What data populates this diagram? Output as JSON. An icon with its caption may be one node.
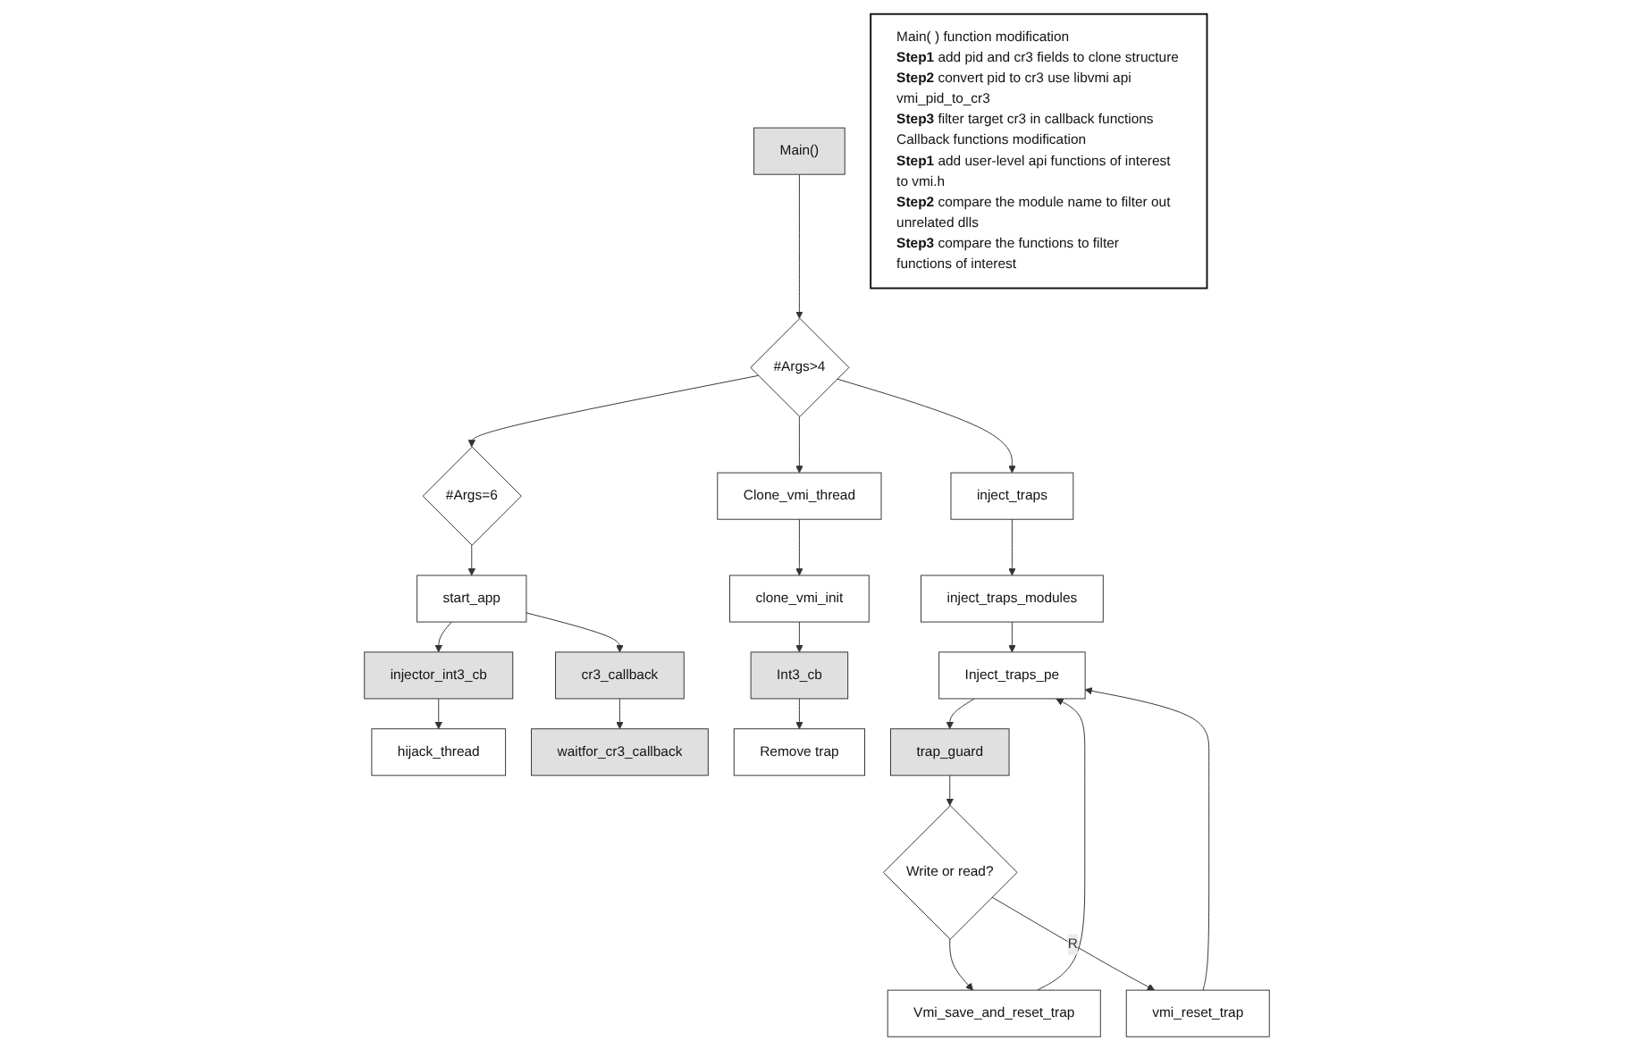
{
  "diagram": {
    "nodes": [
      {
        "text": [
          "Main()"
        ]
      },
      {
        "text": [
          "#Args>4"
        ]
      },
      {
        "text": [
          "#Args=6"
        ]
      },
      {
        "text": [
          "Clone_vmi_thread"
        ]
      },
      {
        "text": [
          "inject_traps"
        ]
      },
      {
        "text": [
          "start_app"
        ]
      },
      {
        "text": [
          "clone_vmi_init"
        ]
      },
      {
        "text": [
          "inject_traps_modules"
        ]
      },
      {
        "text": [
          "injector_int3_cb"
        ]
      },
      {
        "text": [
          "cr3_callback"
        ]
      },
      {
        "text": [
          "Int3_cb"
        ]
      },
      {
        "text": [
          "Inject_traps_pe"
        ]
      },
      {
        "text": [
          "hijack_thread"
        ]
      },
      {
        "text": [
          "waitfor_cr3_callback"
        ]
      },
      {
        "text": [
          "Remove trap"
        ]
      },
      {
        "text": [
          "trap_guard"
        ]
      },
      {
        "text": [
          "Vmi_save_and_reset_trap"
        ]
      },
      {
        "text": [
          "Write or read?"
        ]
      },
      {
        "text": [
          "vmi_reset_trap"
        ]
      },
      {
        "text": [
          "Main( ) function modification",
          "**Step1** add pid and cr3 fields to clone structure",
          "**Step2** convert pid to cr3 use libvmi api vmi_pid_to_cr3",
          "**Step3** filter target cr3 in callback functions",
          "Callback functions modification",
          "**Step1** add user-level api functions of interest to vmi.h",
          "**Step2** compare the module name to filter out unrelated dlls",
          "**Step3** compare the functions to filter functions of interest"
        ]
      }
    ],
    "edges": [
      {
        "from": 0,
        "to": 1,
        "arrow": "to"
      },
      {
        "from": 1,
        "to": 2,
        "arrow": "to"
      },
      {
        "from": 1,
        "to": 3,
        "arrow": "to"
      },
      {
        "from": 1,
        "to": 4,
        "arrow": "to"
      },
      {
        "from": 2,
        "to": 5,
        "arrow": "to"
      },
      {
        "from": 3,
        "to": 6,
        "arrow": "to"
      },
      {
        "from": 4,
        "to": 7,
        "arrow": "to"
      },
      {
        "from": 5,
        "to": 8,
        "arrow": "to"
      },
      {
        "from": 5,
        "to": 9,
        "arrow": "to"
      },
      {
        "from": 6,
        "to": 10,
        "arrow": "to"
      },
      {
        "from": 7,
        "to": 11,
        "arrow": "to"
      },
      {
        "from": 8,
        "to": 12,
        "arrow": "to"
      },
      {
        "from": 9,
        "to": 13,
        "arrow": "to"
      },
      {
        "from": 10,
        "to": 14,
        "arrow": "to"
      },
      {
        "from": 11,
        "to": 15,
        "arrow": "to"
      },
      {
        "from": 15,
        "to": 17,
        "arrow": "to"
      },
      {
        "from": 17,
        "to": 16,
        "arrow": "to"
      },
      {
        "from": 17,
        "to": 18,
        "label": "R",
        "arrow": "to"
      },
      {
        "from": 16,
        "to": 11,
        "arrow": "to"
      },
      {
        "from": 18,
        "to": 11,
        "arrow": "to"
      }
    ]
  }
}
